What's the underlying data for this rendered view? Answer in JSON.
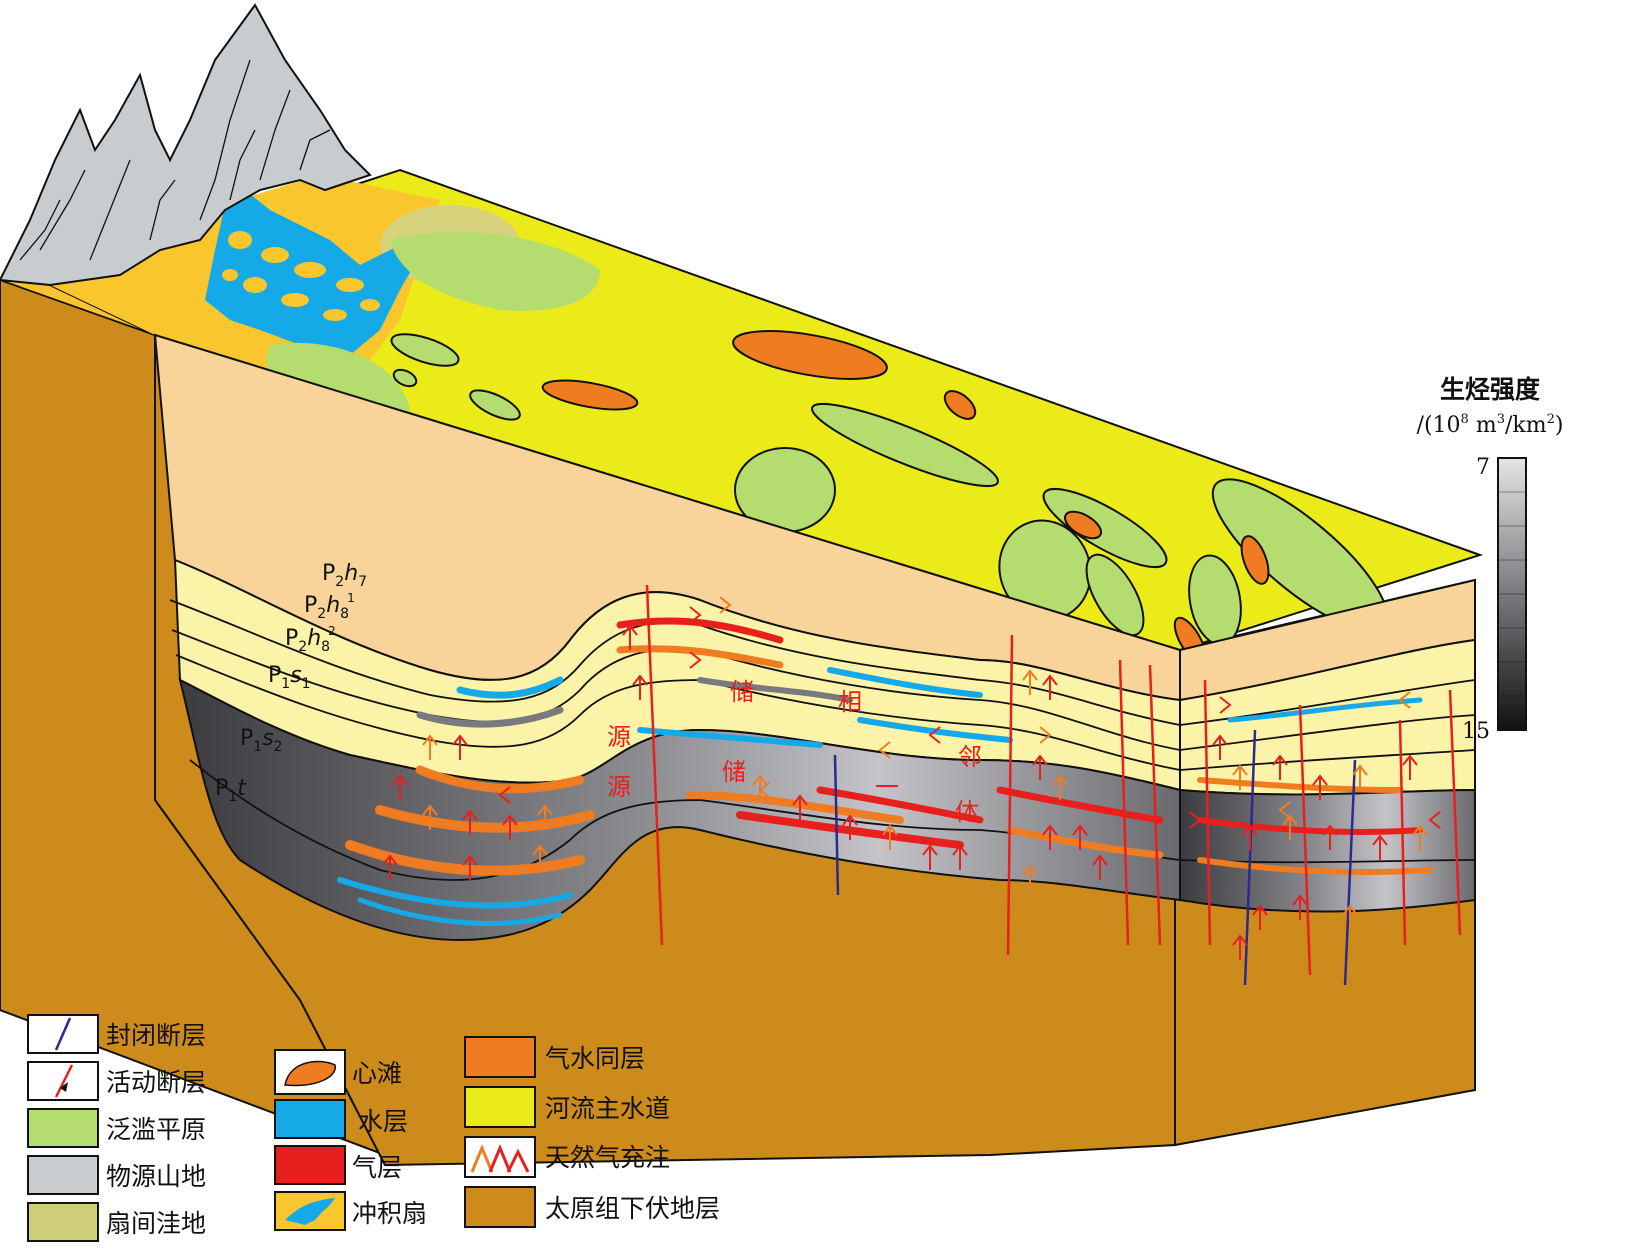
{
  "colorbar": {
    "title": "生烃强度",
    "unit_prefix": "/(10",
    "unit_exp": "8",
    "unit_mid": " m",
    "unit_exp2": "3",
    "unit_suffix": "/km",
    "unit_exp3": "2",
    "unit_close": ")",
    "max_label": "7",
    "min_label": "15"
  },
  "strata": {
    "h7": {
      "base": "P",
      "sub": "2",
      "letter": "h",
      "idx": "7",
      "sup": ""
    },
    "h8a": {
      "base": "P",
      "sub": "2",
      "letter": "h",
      "idx": "8",
      "sup": "1"
    },
    "h8b": {
      "base": "P",
      "sub": "2",
      "letter": "h",
      "idx": "8",
      "sup": "2"
    },
    "s1": {
      "base": "P",
      "sub": "1",
      "letter": "s",
      "idx": "1"
    },
    "s2": {
      "base": "P",
      "sub": "1",
      "letter": "s",
      "idx": "2"
    },
    "t": {
      "base": "P",
      "sub": "1",
      "letter": "t"
    }
  },
  "annotations": {
    "yuan1": "源",
    "yuan2": "源",
    "chu1": "储",
    "chu2": "储",
    "xiang": "相",
    "lin": "邻",
    "yi": "一",
    "ti": "体"
  },
  "legend": [
    {
      "key": "sealed_fault",
      "label": "封闭断层",
      "color": "#2a2a8f"
    },
    {
      "key": "active_fault",
      "label": "活动断层",
      "color": "#e8201d"
    },
    {
      "key": "floodplain",
      "label": "泛滥平原",
      "color": "#b5dc6e"
    },
    {
      "key": "source_mountain",
      "label": "物源山地",
      "color": "#c9cccf"
    },
    {
      "key": "interfan_depression",
      "label": "扇间洼地",
      "color": "#cfcf7a"
    },
    {
      "key": "channel_bar",
      "label": "心滩",
      "color": "#f07c22"
    },
    {
      "key": "water_layer",
      "label": "水层",
      "color": "#16a9e8"
    },
    {
      "key": "gas_layer",
      "label": "气层",
      "color": "#e8201d"
    },
    {
      "key": "alluvial_fan",
      "label": "冲积扇",
      "color": "#fac62d"
    },
    {
      "key": "gas_water_layer",
      "label": "气水同层",
      "color": "#f07c22"
    },
    {
      "key": "main_channel",
      "label": "河流主水道",
      "color": "#ebeb1a"
    },
    {
      "key": "gas_charging",
      "label": "天然气充注",
      "color": "#e8201d"
    },
    {
      "key": "taiyuan_underlying",
      "label": "太原组下伏地层",
      "color": "#cc8b1b"
    }
  ]
}
